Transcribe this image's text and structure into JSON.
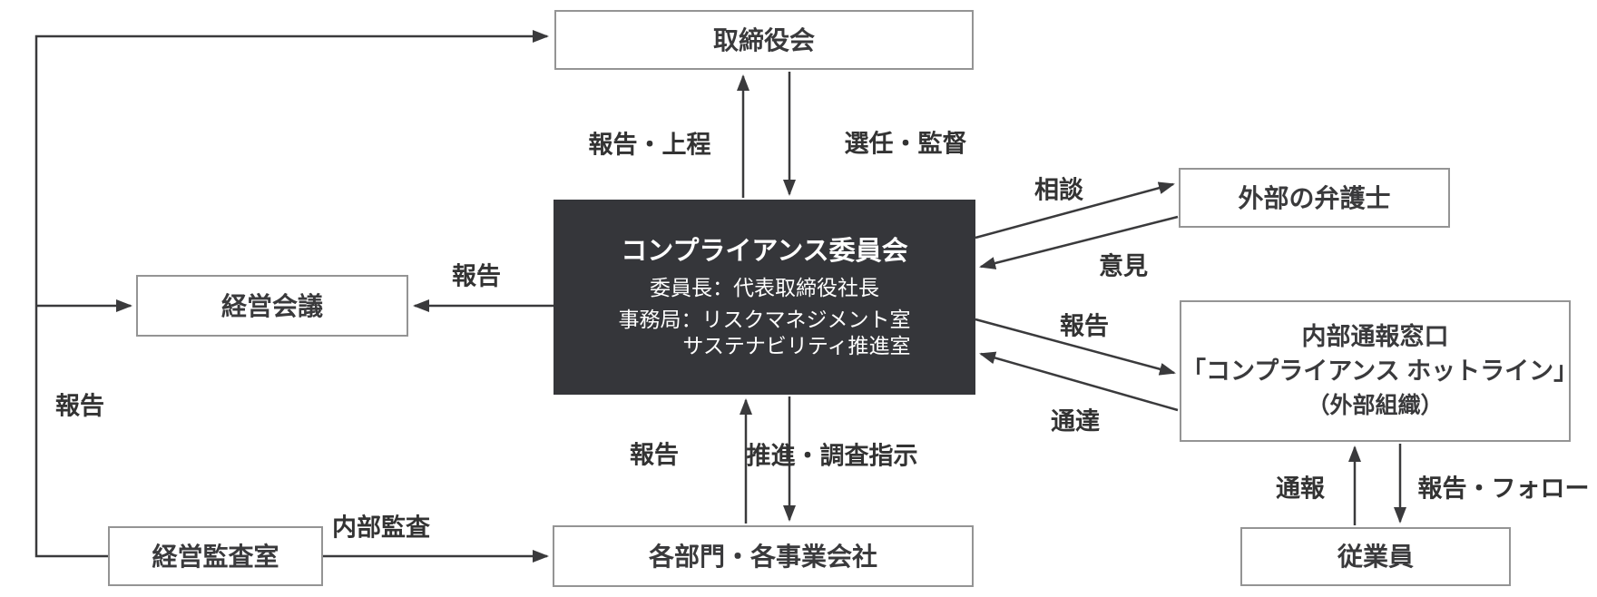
{
  "diagram": {
    "nodes": {
      "board": {
        "label": "取締役会"
      },
      "committee": {
        "title": "コンプライアンス委員会",
        "chair": "委員長：代表取締役社長",
        "secretariat": "事務局：リスクマネジメント室",
        "secretariat2": "サステナビリティ推進室"
      },
      "management_meeting": {
        "label": "経営会議"
      },
      "audit_office": {
        "label": "経営監査室"
      },
      "departments": {
        "label": "各部門・各事業会社"
      },
      "lawyers": {
        "label": "外部の弁護士"
      },
      "hotline": {
        "line1": "内部通報窓口",
        "line2": "「コンプライアンス ホットライン」",
        "line3": "（外部組織）"
      },
      "employees": {
        "label": "従業員"
      }
    },
    "edge_labels": {
      "report_submission": "報告・上程",
      "appointment_supervision": "選任・監督",
      "consultation": "相談",
      "opinion": "意見",
      "report_to_hotline": "報告",
      "notification": "通達",
      "report_to_meeting": "報告",
      "report_left_line": "報告",
      "internal_audit": "内部監査",
      "report_from_departments": "報告",
      "promotion_investigation": "推進・調査指示",
      "whistleblowing": "通報",
      "report_follow": "報告・フォロー"
    },
    "colors": {
      "background": "#ffffff",
      "line": "#3a3a3c",
      "box_border": "#949494",
      "dark_box_bg": "#35363a",
      "dark_box_text": "#ffffff",
      "text": "#333333"
    }
  }
}
